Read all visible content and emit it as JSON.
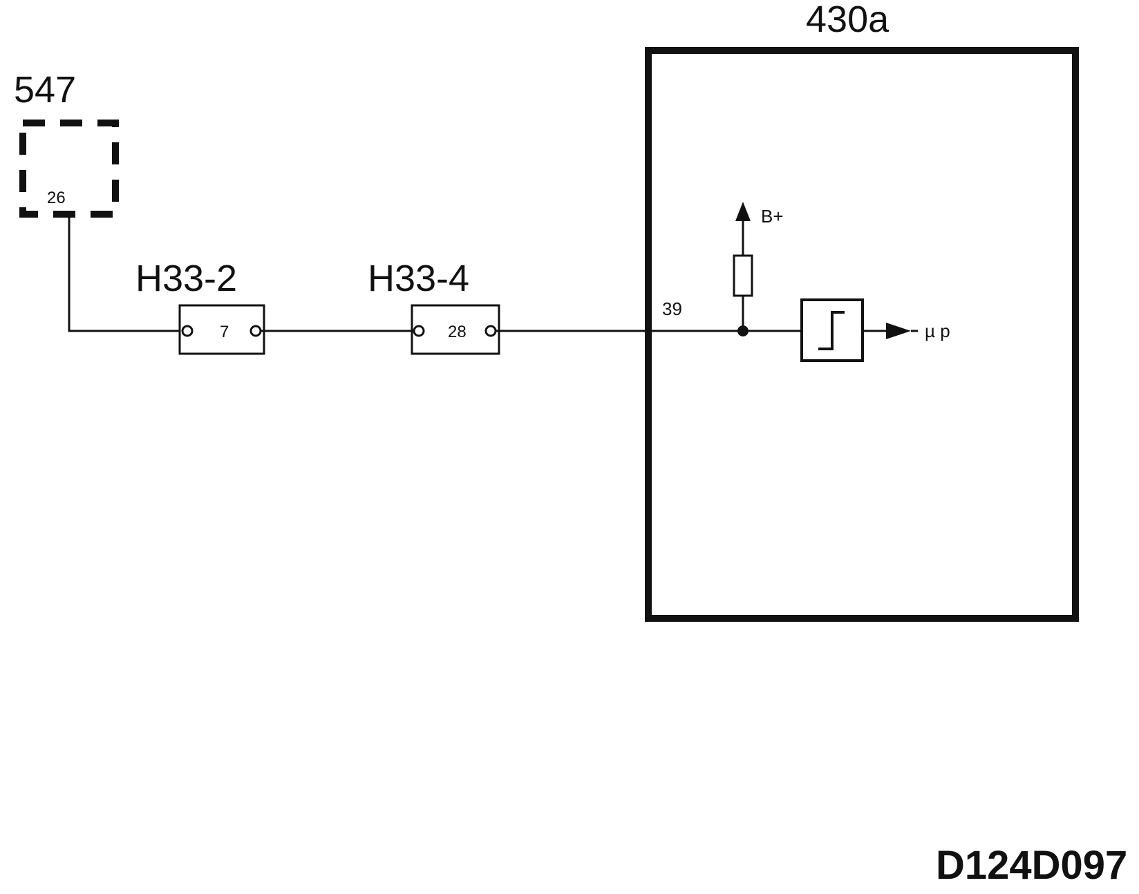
{
  "diagram": {
    "component_547": {
      "label": "547",
      "pin": "26"
    },
    "connector_h33_2": {
      "label": "H33-2",
      "pin": "7"
    },
    "connector_h33_4": {
      "label": "H33-4",
      "pin": "28"
    },
    "module_430a": {
      "label": "430a",
      "pin": "39",
      "supply": "B+",
      "output": "µ p"
    },
    "drawing_ref": "D124D097"
  }
}
